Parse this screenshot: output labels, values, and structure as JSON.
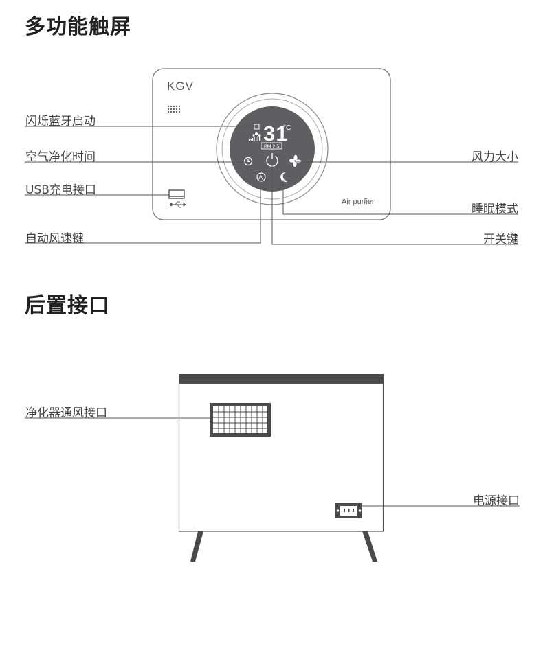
{
  "sections": {
    "touch_title": "多功能触屏",
    "rear_title": "后置接口"
  },
  "panel": {
    "brand": "KGV",
    "product": "Air purfier",
    "temperature": "31",
    "temp_unit": "°C",
    "pm_label": "PM 2.5"
  },
  "touch_labels": {
    "bluetooth": "闪烁蓝牙启动",
    "timer": "空气净化时间",
    "usb": "USB充电接口",
    "auto_speed": "自动风速键",
    "fan_power": "风力大小",
    "sleep_mode": "睡眠模式",
    "power_key": "开关键"
  },
  "rear_labels": {
    "vent": "净化器通风接口",
    "power_socket": "电源接口"
  },
  "colors": {
    "display_bg": "#5f5f63",
    "accent": "#4a4a4c",
    "line": "#555555"
  }
}
